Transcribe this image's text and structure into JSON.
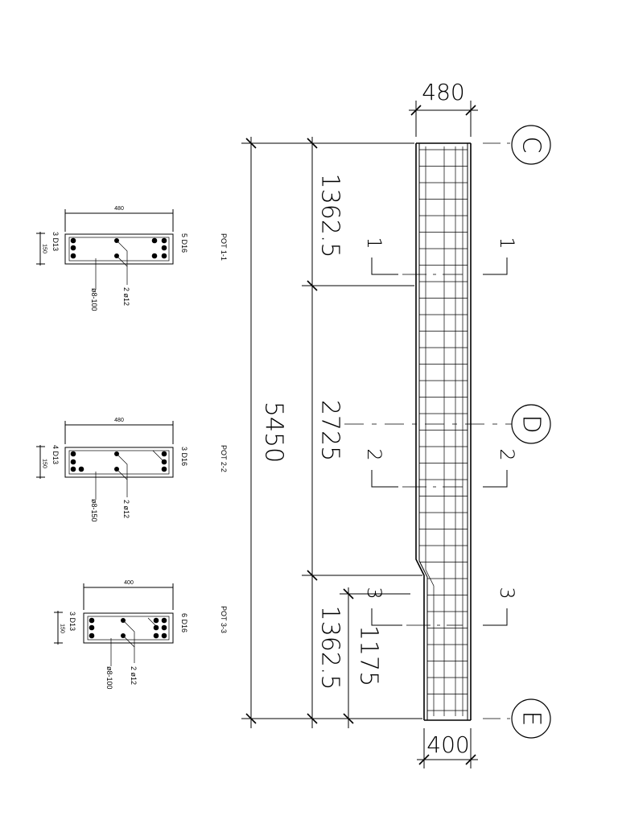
{
  "grid_labels": {
    "top": "C",
    "middle": "D",
    "bottom": "E"
  },
  "beam": {
    "top_width": "480",
    "bottom_width": "400",
    "overall_length": "5450",
    "segment_top": "1362.5",
    "segment_middle": "2725",
    "segment_bottom": "1362.5",
    "haunch_length": "1175"
  },
  "section_markers": [
    {
      "left": "1",
      "right": "1"
    },
    {
      "left": "2",
      "right": "2"
    },
    {
      "left": "3",
      "right": "3"
    }
  ],
  "sections": [
    {
      "title": "POT 1-1",
      "width": "480",
      "depth": "150",
      "top_bars": "5 D16",
      "bottom_bars": "3 D13",
      "middle_bars": "2 ø12",
      "stirrups": "ø8-100"
    },
    {
      "title": "POT 2-2",
      "width": "480",
      "depth": "150",
      "top_bars": "3 D16",
      "bottom_bars": "4 D13",
      "middle_bars": "2 ø12",
      "stirrups": "ø8-150"
    },
    {
      "title": "POT 3-3",
      "width": "400",
      "depth": "150",
      "top_bars": "6 D16",
      "bottom_bars": "3 D13",
      "middle_bars": "2 ø12",
      "stirrups": "ø8-100"
    }
  ]
}
